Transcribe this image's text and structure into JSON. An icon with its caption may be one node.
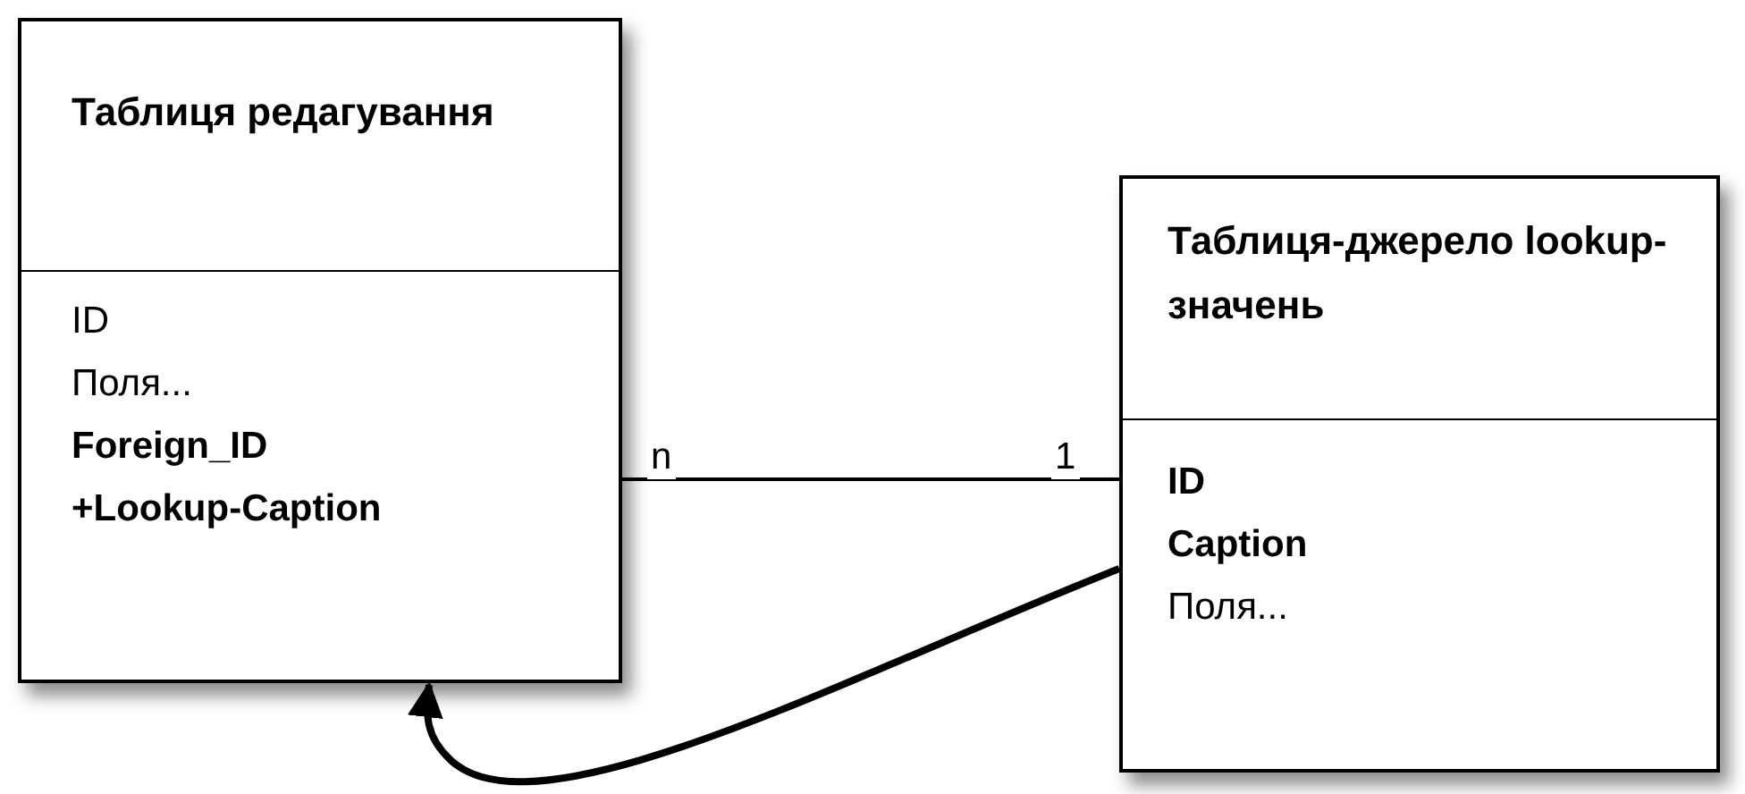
{
  "diagram": {
    "nodes": [
      {
        "text": [
          "Таблиця редагування",
          "ID",
          "Поля...",
          "Foreign_ID",
          "+Lookup-Caption"
        ]
      },
      {
        "text": [
          "Таблиця-джерело lookup-значень",
          "ID",
          "Caption",
          "Поля..."
        ]
      }
    ],
    "edges": [
      {
        "from": 0,
        "to": 1,
        "arrow": "none"
      },
      {
        "from": 1,
        "to": 0,
        "arrow": "to",
        "style": "thick"
      }
    ],
    "labels": [
      "n",
      "1"
    ]
  }
}
